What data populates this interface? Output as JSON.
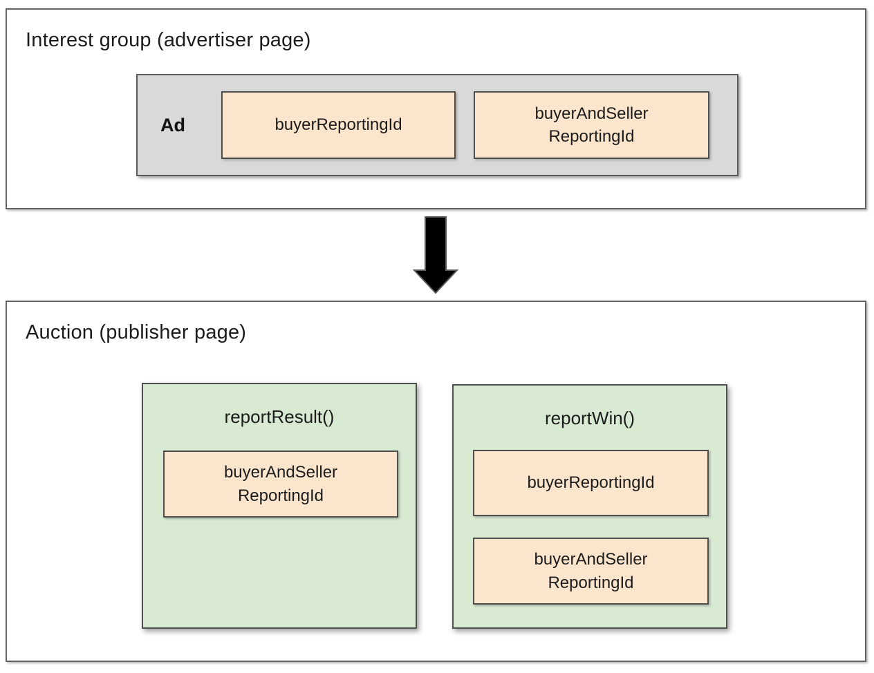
{
  "interest_group": {
    "title": "Interest group (advertiser page)",
    "ad": {
      "label": "Ad",
      "field_buyer_reporting_id": "buyerReportingId",
      "field_buyer_and_seller_reporting_id": "buyerAndSeller\nReportingId"
    }
  },
  "arrow": {
    "direction": "down"
  },
  "auction": {
    "title": "Auction (publisher page)",
    "report_result": {
      "name": "reportResult()",
      "field_buyer_and_seller_reporting_id": "buyerAndSeller\nReportingId"
    },
    "report_win": {
      "name": "reportWin()",
      "field_buyer_reporting_id": "buyerReportingId",
      "field_buyer_and_seller_reporting_id": "buyerAndSeller\nReportingId"
    }
  },
  "colors": {
    "ad_container_bg": "#d9d9d9",
    "field_bg": "#fce5cd",
    "function_box_bg": "#d9ead3",
    "box_border": "#4d4d4d",
    "section_border": "#636363",
    "arrow_fill": "#000000",
    "text": "#1c1c1c"
  }
}
